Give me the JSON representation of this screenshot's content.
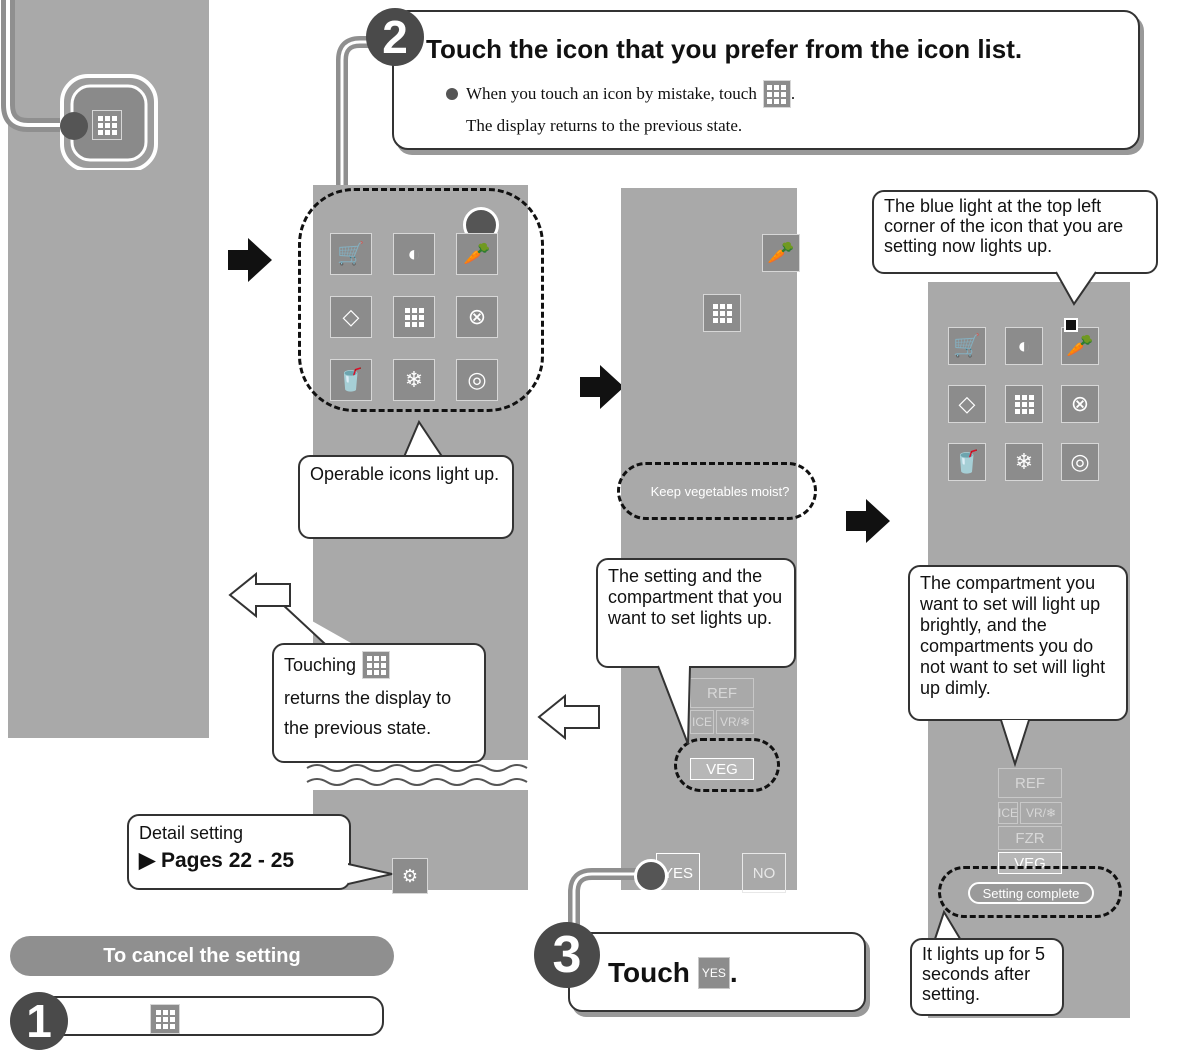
{
  "step2": {
    "number": "2",
    "title": "Touch the icon that you prefer from the icon list.",
    "bullet": "When you touch an icon by mistake, touch",
    "bullet_end": ".",
    "line2": "The display returns to the previous state."
  },
  "callouts": {
    "operable": "Operable icons light up.",
    "touching_a": "Touching",
    "touching_b": "returns the display to the previous state.",
    "detail_a": "Detail setting",
    "detail_b": "Pages 22 - 25",
    "setting": "The setting and the compartment that you want to set lights up.",
    "blue_light": "The blue light at the top left corner of the icon that you are setting now lights up.",
    "compartment": "The compartment you want to set will light up brightly, and the compartments you do not want to set will light up dimly.",
    "lights5": "It lights up for 5 seconds after setting."
  },
  "panel_b": {
    "message": "Keep vegetables moist?",
    "comp_ref": "REF",
    "comp_ice": "ICE",
    "comp_vr": "VR/❄",
    "comp_veg": "VEG",
    "yes": "YES",
    "no": "NO"
  },
  "panel_c": {
    "comp_ref": "REF",
    "comp_ice": "ICE",
    "comp_vr": "VR/❄",
    "comp_fzr": "FZR",
    "comp_veg": "VEG",
    "complete": "Setting complete"
  },
  "step3": {
    "number": "3",
    "label": "Touch",
    "button": "YES",
    "end": "."
  },
  "cancel": {
    "title": "To cancel the setting",
    "number": "1"
  },
  "colors": {
    "panel": "#a9a9a9",
    "badge": "#4a4a4a",
    "pipe": "#8f8f8f"
  }
}
